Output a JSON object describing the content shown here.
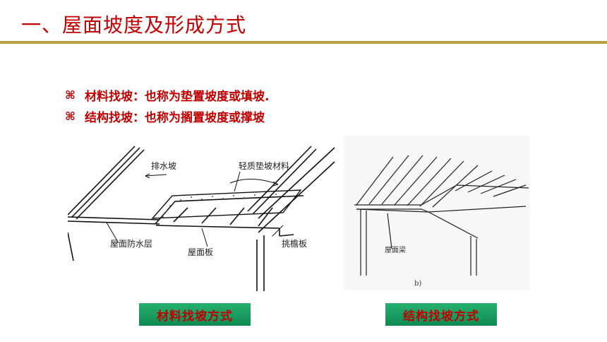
{
  "slide": {
    "title": "一、屋面坡度及形成方式",
    "bullets": [
      {
        "marker": "⌘",
        "text": "材料找坡：也称为垫置坡度或填坡."
      },
      {
        "marker": "⌘",
        "text": "结构找坡：也称为搁置坡度或撑坡"
      }
    ]
  },
  "figure_a": {
    "labels": {
      "drainage": "排水坡",
      "fill_material": "轻质垫坡材料",
      "waterproof": "屋面防水层",
      "roof_slab": "屋面板",
      "eave_slab": "挑檐板"
    },
    "caption": "材料找坡方式"
  },
  "figure_b": {
    "labels": {
      "roof_beam": "屋面梁",
      "sub_label": "b)"
    },
    "caption": "结构找坡方式"
  },
  "colors": {
    "title": "#c00000",
    "rule": "#b8a03a",
    "caption_bg": "#1a9c60"
  }
}
